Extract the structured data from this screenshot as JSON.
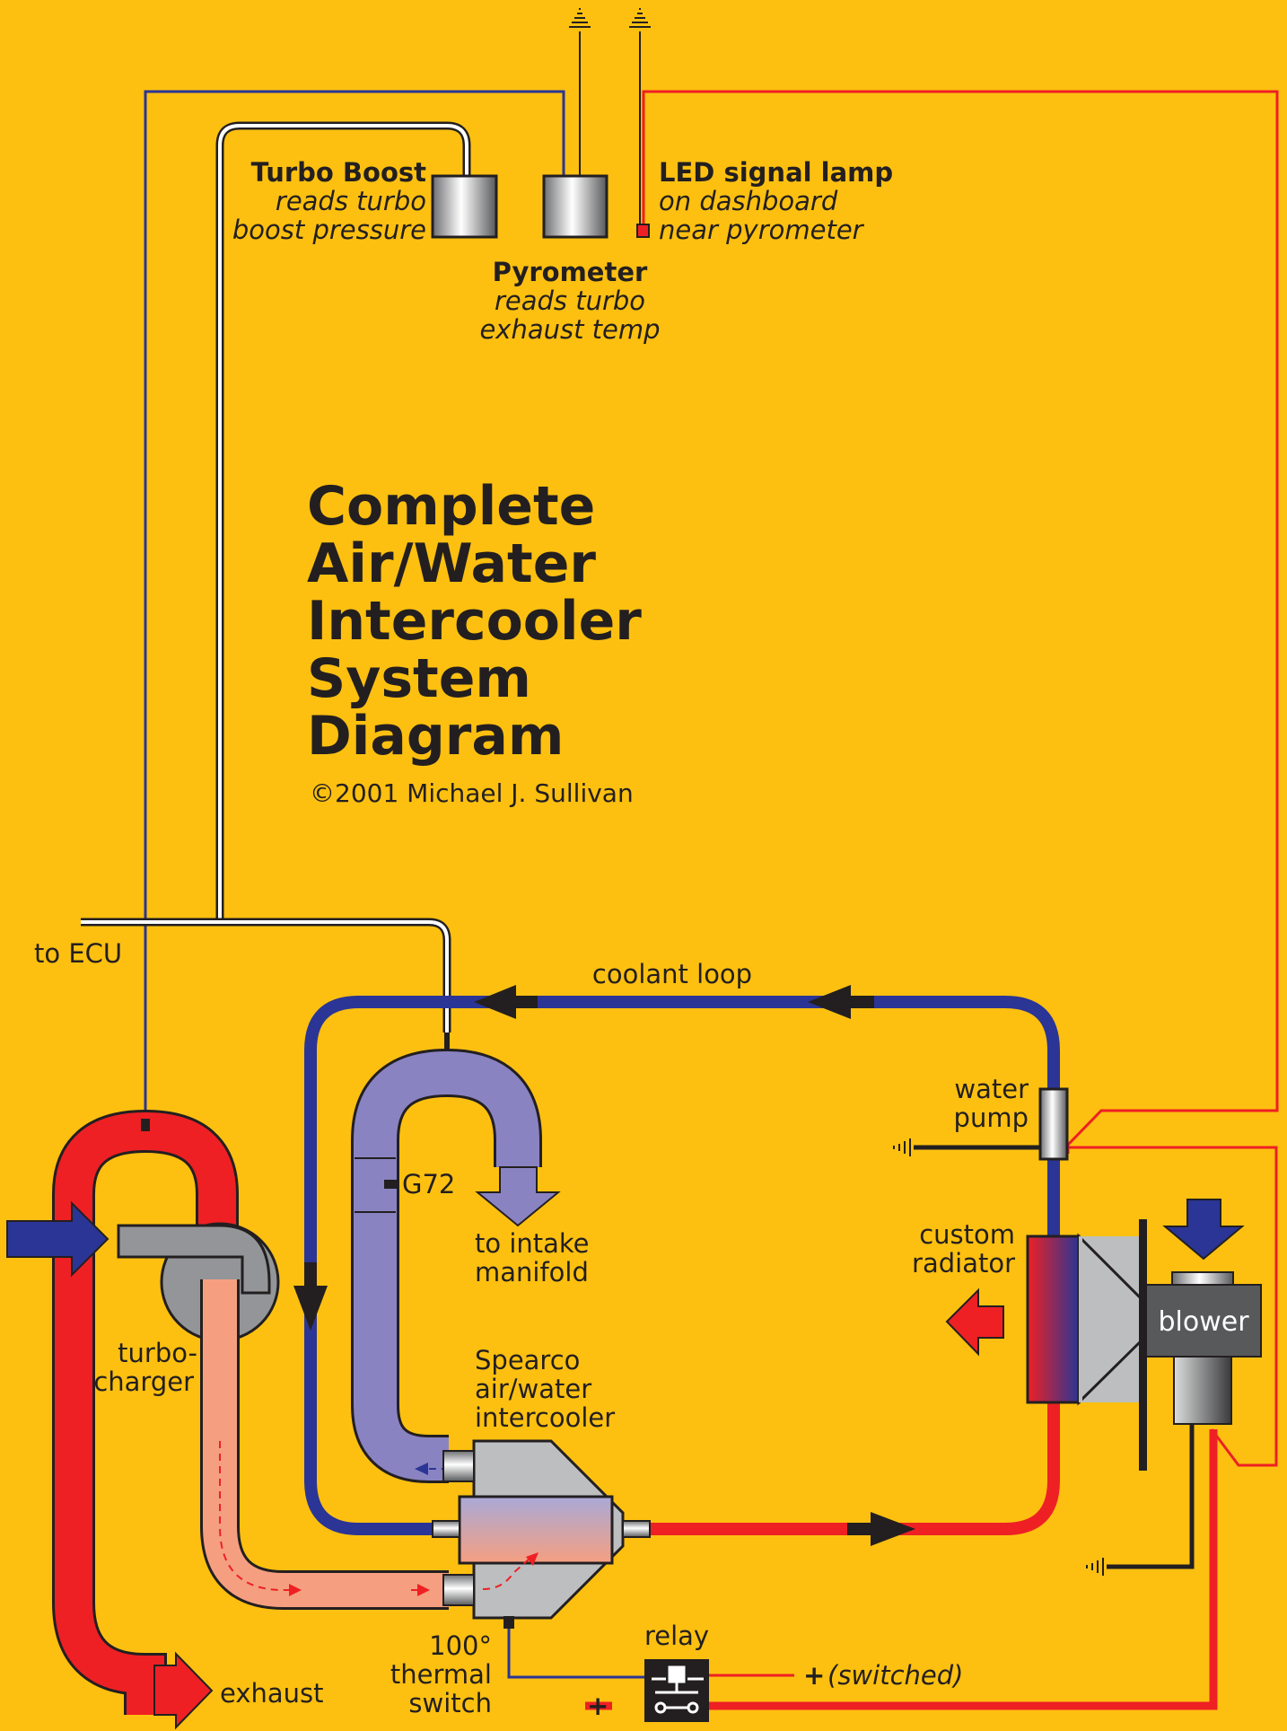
{
  "title_lines": [
    "Complete",
    "Air/Water",
    "Intercooler",
    "System",
    "Diagram"
  ],
  "copyright": "©2001 Michael J. Sullivan",
  "gauges": {
    "turbo_boost": {
      "name": "Turbo Boost",
      "line1": "reads turbo",
      "line2": "boost pressure"
    },
    "pyrometer": {
      "name": "Pyrometer",
      "line1": "reads turbo",
      "line2": "exhaust temp"
    },
    "led_lamp": {
      "name": "LED signal lamp",
      "line1": "on dashboard",
      "line2": "near pyrometer"
    }
  },
  "labels": {
    "to_ecu": "to ECU",
    "coolant_loop": "coolant loop",
    "water_pump_1": "water",
    "water_pump_2": "pump",
    "g72": "G72",
    "to_intake_1": "to intake",
    "to_intake_2": "manifold",
    "custom_radiator_1": "custom",
    "custom_radiator_2": "radiator",
    "blower": "blower",
    "turbocharger_1": "turbo-",
    "turbocharger_2": "charger",
    "intercooler_1": "Spearco",
    "intercooler_2": "air/water",
    "intercooler_3": "intercooler",
    "exhaust": "exhaust",
    "thermal_1": "100°",
    "thermal_2": "thermal",
    "thermal_3": "switch",
    "relay": "relay",
    "plus_switched_sign": "+",
    "plus_switched_text": "(switched)",
    "plus": "+"
  },
  "colors": {
    "background": "#FDC010",
    "coolant_cold": "#2B3595",
    "coolant_hot": "#EE2024",
    "intake_air": "#8A83C2",
    "charge_air": "#F59F80",
    "text": "#231F20"
  }
}
